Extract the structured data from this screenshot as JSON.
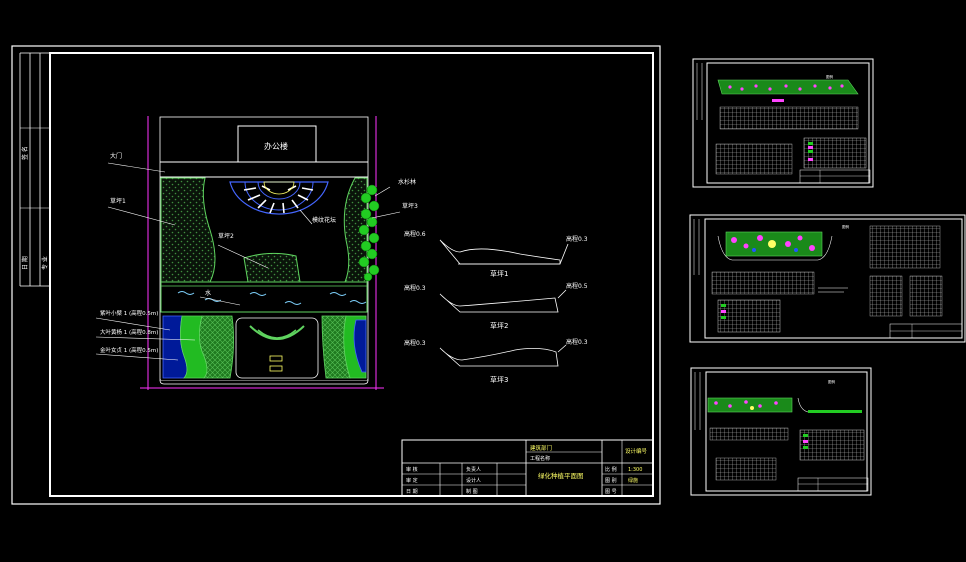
{
  "drawing": {
    "building": "办公楼",
    "gate": "大门",
    "lawn1": "草坪1",
    "lawn2": "草坪2",
    "lawn3": "草坪3",
    "fir_forest": "水杉林",
    "flower_bed": "模纹花坛",
    "water": "水",
    "purple_leaf": "紫叶小檗 1 (高程0.5m)",
    "boxwood": "大叶黄杨 1 (高程0.8m)",
    "golden_privet": "金叶女贞 1 (高程0.5m)"
  },
  "sections": [
    {
      "title": "草坪1",
      "left": "高程0.6",
      "right": "高程0.3"
    },
    {
      "title": "草坪2",
      "left": "高程0.3",
      "right": "高程0.5"
    },
    {
      "title": "草坪3",
      "left": "高程0.3",
      "right": "高程0.3"
    }
  ],
  "title_block": {
    "dept": "建筑部门",
    "project": "工程名称",
    "drawing_no": "设计编号",
    "row1_a": "审 核",
    "row1_b": "负责人",
    "row2_a": "审 定",
    "row2_b": "设计人",
    "row3_a": "日 期",
    "row3_b": "制 图",
    "drawing_title": "绿化种植平面图",
    "scale_label": "比 例",
    "scale": "1:300",
    "sheet_label": "图 别",
    "sheet": "绿施",
    "page_label": "图 号"
  },
  "left_strip": [
    "签 名",
    "日 期",
    "专 业"
  ],
  "thumbs": [
    {
      "legend": "图例"
    },
    {
      "legend": "图例"
    },
    {
      "legend": "图例"
    }
  ]
}
